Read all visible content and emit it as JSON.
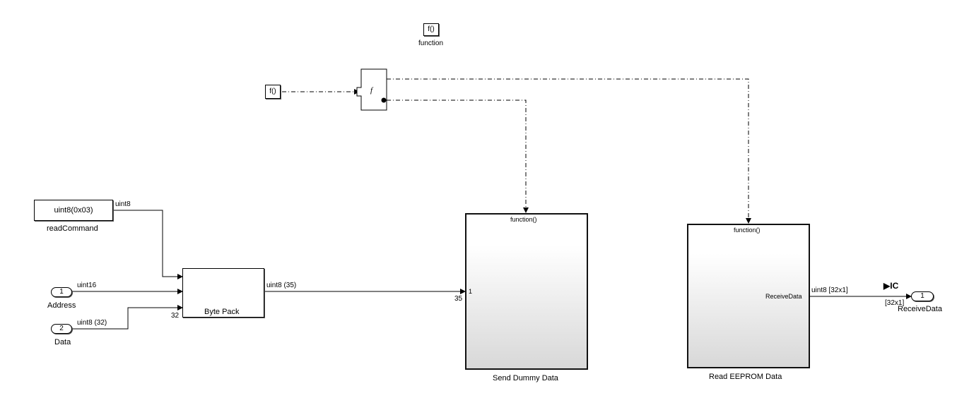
{
  "function_block": {
    "icon_text": "f()",
    "name": "function"
  },
  "trigger_port": {
    "text": "f()"
  },
  "function_caller": {
    "symbol": "f"
  },
  "constant": {
    "value": "uint8(0x03)",
    "name": "readCommand",
    "signal": "uint8"
  },
  "inport_address": {
    "number": "1",
    "name": "Address",
    "signal": "uint16"
  },
  "inport_data": {
    "number": "2",
    "name": "Data",
    "signal": "uint8 (32)",
    "port_label": "32"
  },
  "byte_pack": {
    "name": "Byte Pack",
    "out_signal": "uint8 (35)"
  },
  "send_dummy": {
    "name": "Send Dummy Data",
    "trigger_label": "function()",
    "in_port": "1",
    "in_width": "35"
  },
  "read_eeprom": {
    "name": "Read EEPROM Data",
    "trigger_label": "function()",
    "out_port": "ReceiveData",
    "out_signal": "uint8 [32x1]"
  },
  "ic_marker": {
    "text": "▶IC",
    "dims": "[32x1]"
  },
  "outport": {
    "number": "1",
    "name": "ReceiveData"
  }
}
